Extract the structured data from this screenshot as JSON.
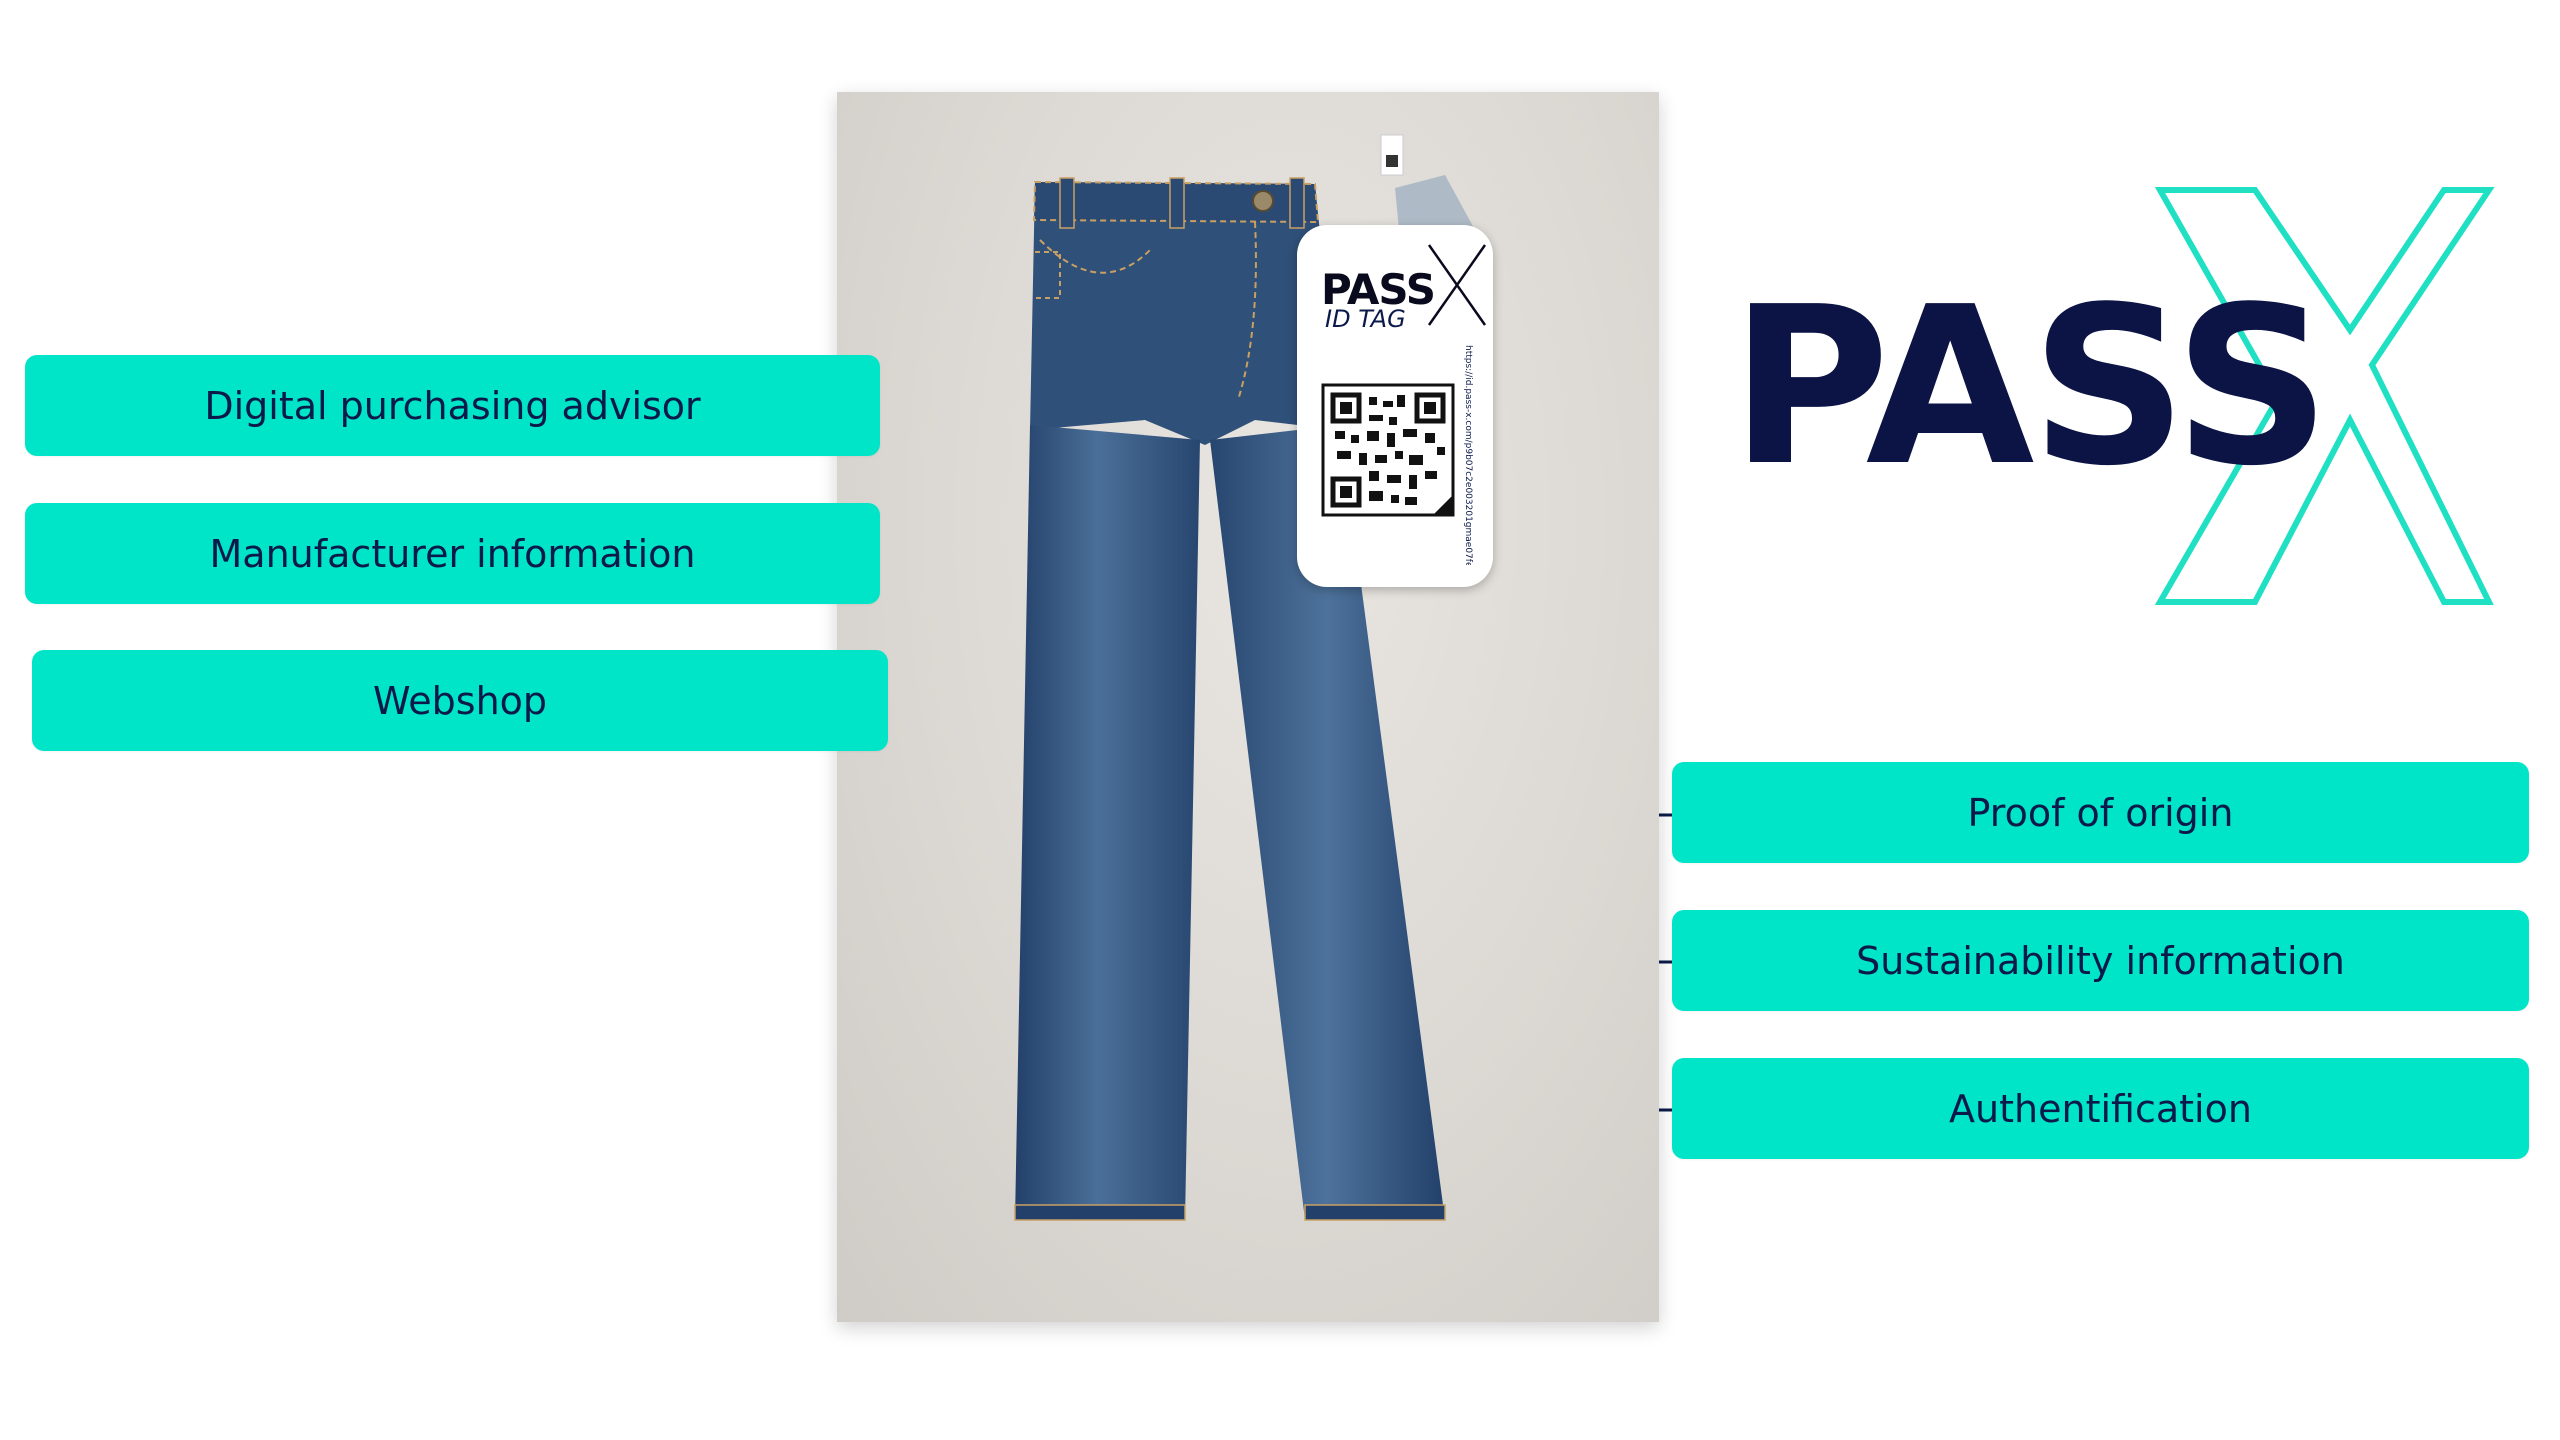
{
  "left_features": [
    {
      "label": "Digital purchasing advisor"
    },
    {
      "label": "Manufacturer information"
    },
    {
      "label": "Webshop"
    }
  ],
  "right_features": [
    {
      "label": "Proof of origin"
    },
    {
      "label": "Sustainability information"
    },
    {
      "label": "Authentification"
    }
  ],
  "logo": {
    "text": "PASS",
    "accent_letter": "X"
  },
  "tag": {
    "brand": "PASS",
    "accent_letter": "X",
    "subtitle": "ID TAG",
    "url": "https://id.pass-x.com/p9b07c2e003201gmae07fe4f"
  },
  "colors": {
    "accent": "#00e5c8",
    "navy": "#0b1a4a",
    "denim": "#2e4f78"
  }
}
